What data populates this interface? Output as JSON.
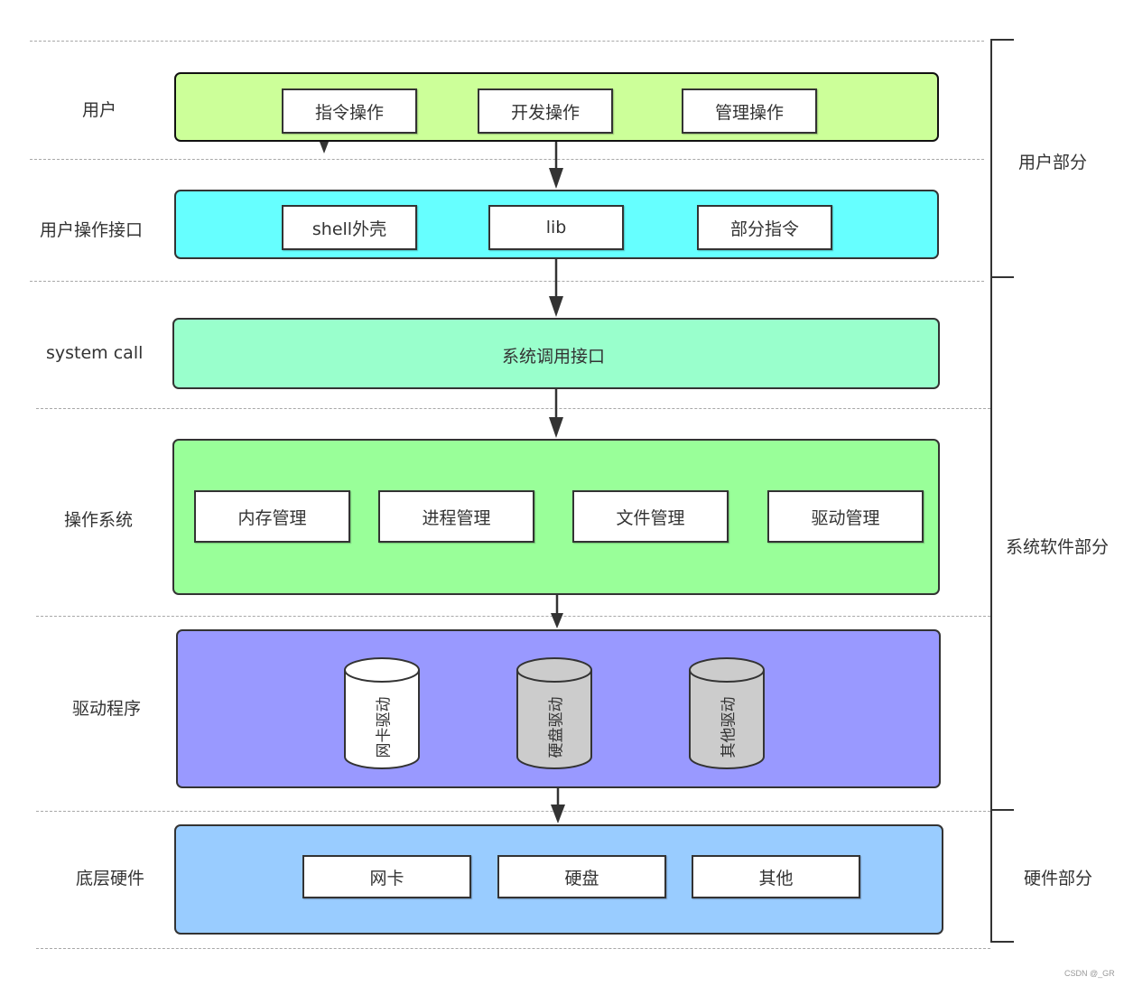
{
  "layers": [
    {
      "label": "用户",
      "panel_color": "#ccff99",
      "items": [
        "指令操作",
        "开发操作",
        "管理操作"
      ]
    },
    {
      "label": "用户操作接口",
      "panel_color": "#66ffff",
      "items": [
        "shell外壳",
        "lib",
        "部分指令"
      ]
    },
    {
      "label": "system call",
      "panel_color": "#99ffcc",
      "center_text": "系统调用接口"
    },
    {
      "label": "操作系统",
      "panel_color": "#99ff99",
      "items": [
        "内存管理",
        "进程管理",
        "文件管理",
        "驱动管理"
      ]
    },
    {
      "label": "驱动程序",
      "panel_color": "#9999ff",
      "cylinders": [
        {
          "label": "网卡驱动",
          "fill": "#ffffff"
        },
        {
          "label": "硬盘驱动",
          "fill": "#cccccc"
        },
        {
          "label": "其他驱动",
          "fill": "#cccccc"
        }
      ]
    },
    {
      "label": "底层硬件",
      "panel_color": "#99ccff",
      "items": [
        "网卡",
        "硬盘",
        "其他"
      ]
    }
  ],
  "groups": [
    {
      "label": "用户部分"
    },
    {
      "label": "系统软件部分"
    },
    {
      "label": "硬件部分"
    }
  ],
  "watermark": "CSDN @_GR"
}
